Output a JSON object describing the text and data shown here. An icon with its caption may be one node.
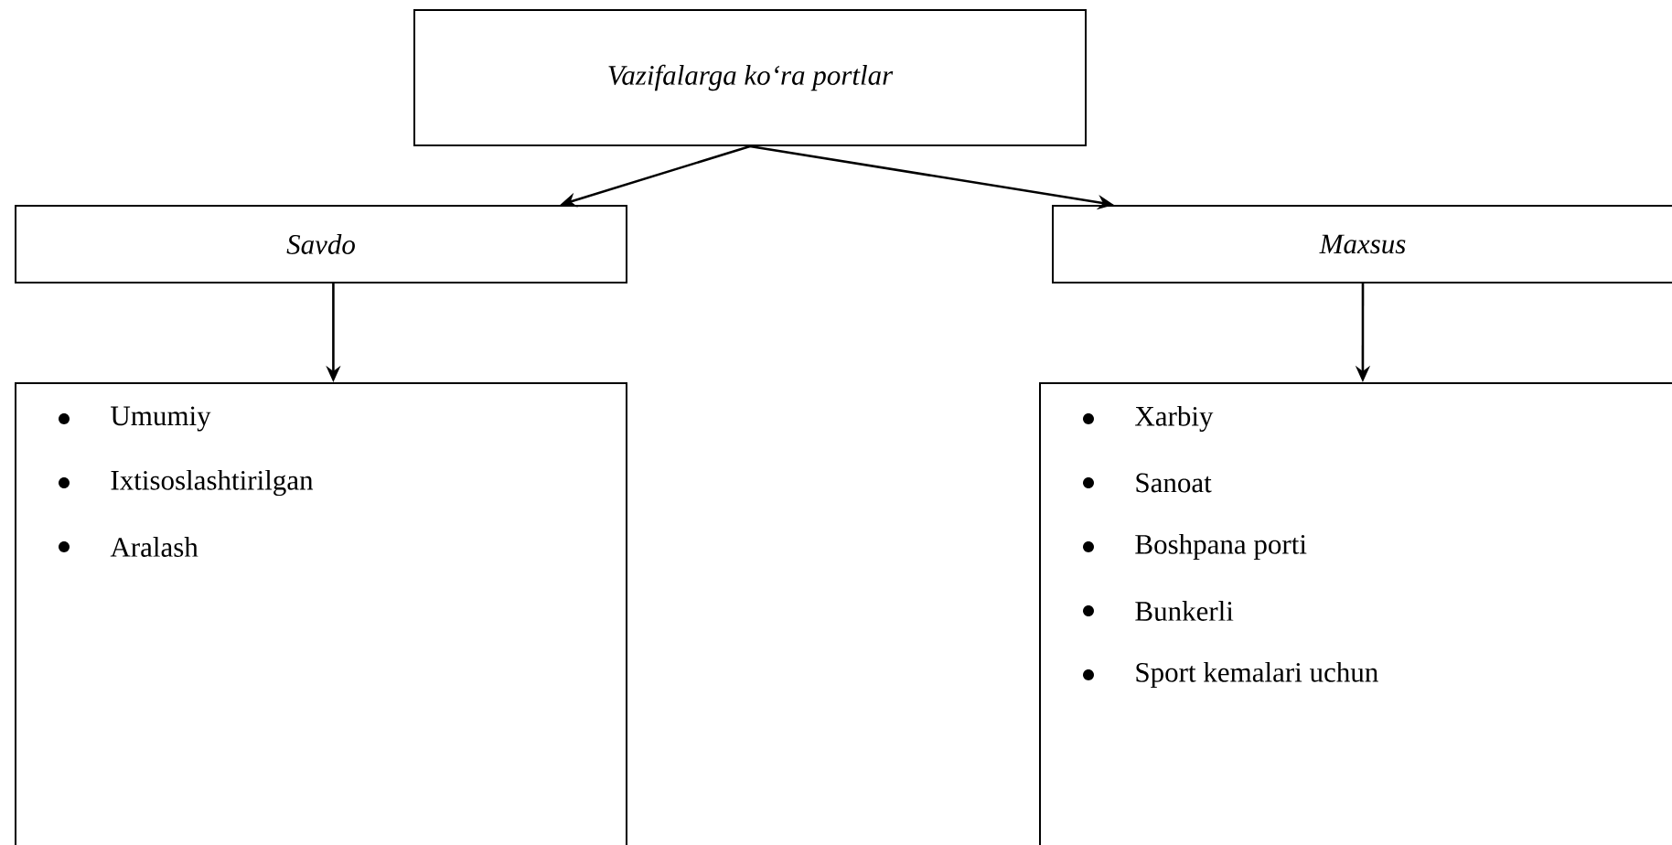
{
  "diagram": {
    "nodes": [
      {
        "text": [
          "Vazifalarga ko‘ra portlar"
        ]
      },
      {
        "text": [
          "Savdo"
        ]
      },
      {
        "text": [
          "Maxsus"
        ]
      },
      {
        "text": [
          "Umumiy",
          "Ixtisoslashtirilgan",
          "Aralash"
        ]
      },
      {
        "text": [
          "Xarbiy",
          "Sanoat",
          "Boshpana porti",
          "Bunkerli",
          "Sport kemalari uchun"
        ]
      }
    ],
    "edges": [
      {
        "from": 0,
        "to": 1,
        "arrow": "to"
      },
      {
        "from": 0,
        "to": 2,
        "arrow": "to"
      },
      {
        "from": 1,
        "to": 3,
        "arrow": "to"
      },
      {
        "from": 2,
        "to": 4,
        "arrow": "to"
      }
    ]
  }
}
